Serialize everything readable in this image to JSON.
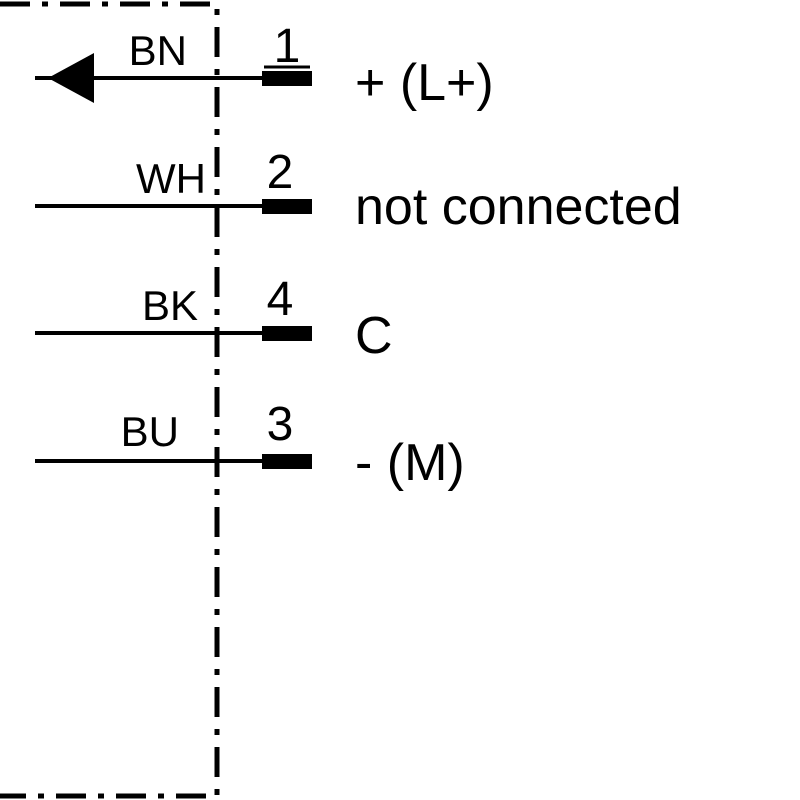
{
  "connections": [
    {
      "wire_color": "BN",
      "pin": "1",
      "signal": "+ (L+)",
      "has_arrow": true
    },
    {
      "wire_color": "WH",
      "pin": "2",
      "signal": "not connected",
      "has_arrow": false
    },
    {
      "wire_color": "BK",
      "pin": "4",
      "signal": "C",
      "has_arrow": false
    },
    {
      "wire_color": "BU",
      "pin": "3",
      "signal": "- (M)",
      "has_arrow": false
    }
  ],
  "colors": {
    "line": "#000000",
    "background": "#ffffff"
  }
}
